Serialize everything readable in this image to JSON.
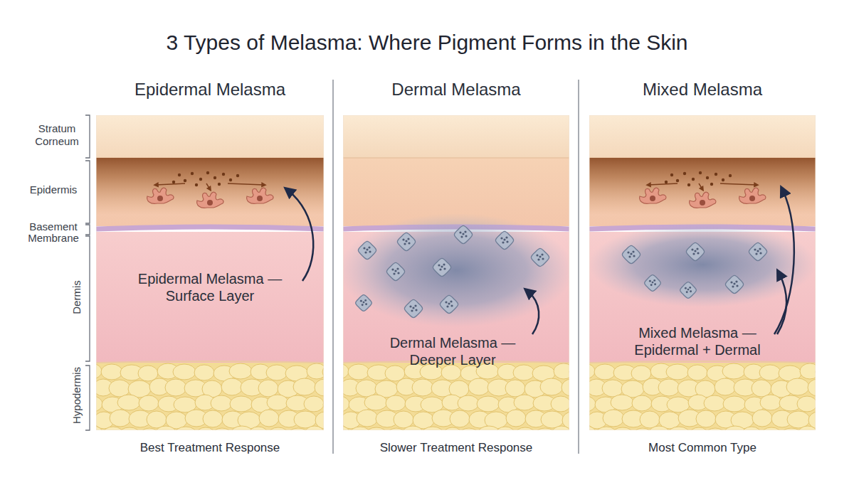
{
  "diagram": {
    "title": "3 Types of Melasma: Where Pigment Forms in the Skin",
    "nodes": [
      {
        "text": [
          "Epidermal Melasma",
          "Epidermal Melasma — Surface Layer",
          "Best Treatment Response"
        ]
      },
      {
        "text": [
          "Dermal Melasma",
          "Dermal Melasma — Deeper Layer",
          "Slower Treatment Response"
        ]
      },
      {
        "text": [
          "Mixed Melasma",
          "Mixed Melasma — Epidermal + Dermal",
          "Most Common Type"
        ]
      }
    ],
    "labels": [
      "Stratum Corneum",
      "Epidermis",
      "Basement Membrane",
      "Dermis",
      "Hypodermis"
    ]
  }
}
